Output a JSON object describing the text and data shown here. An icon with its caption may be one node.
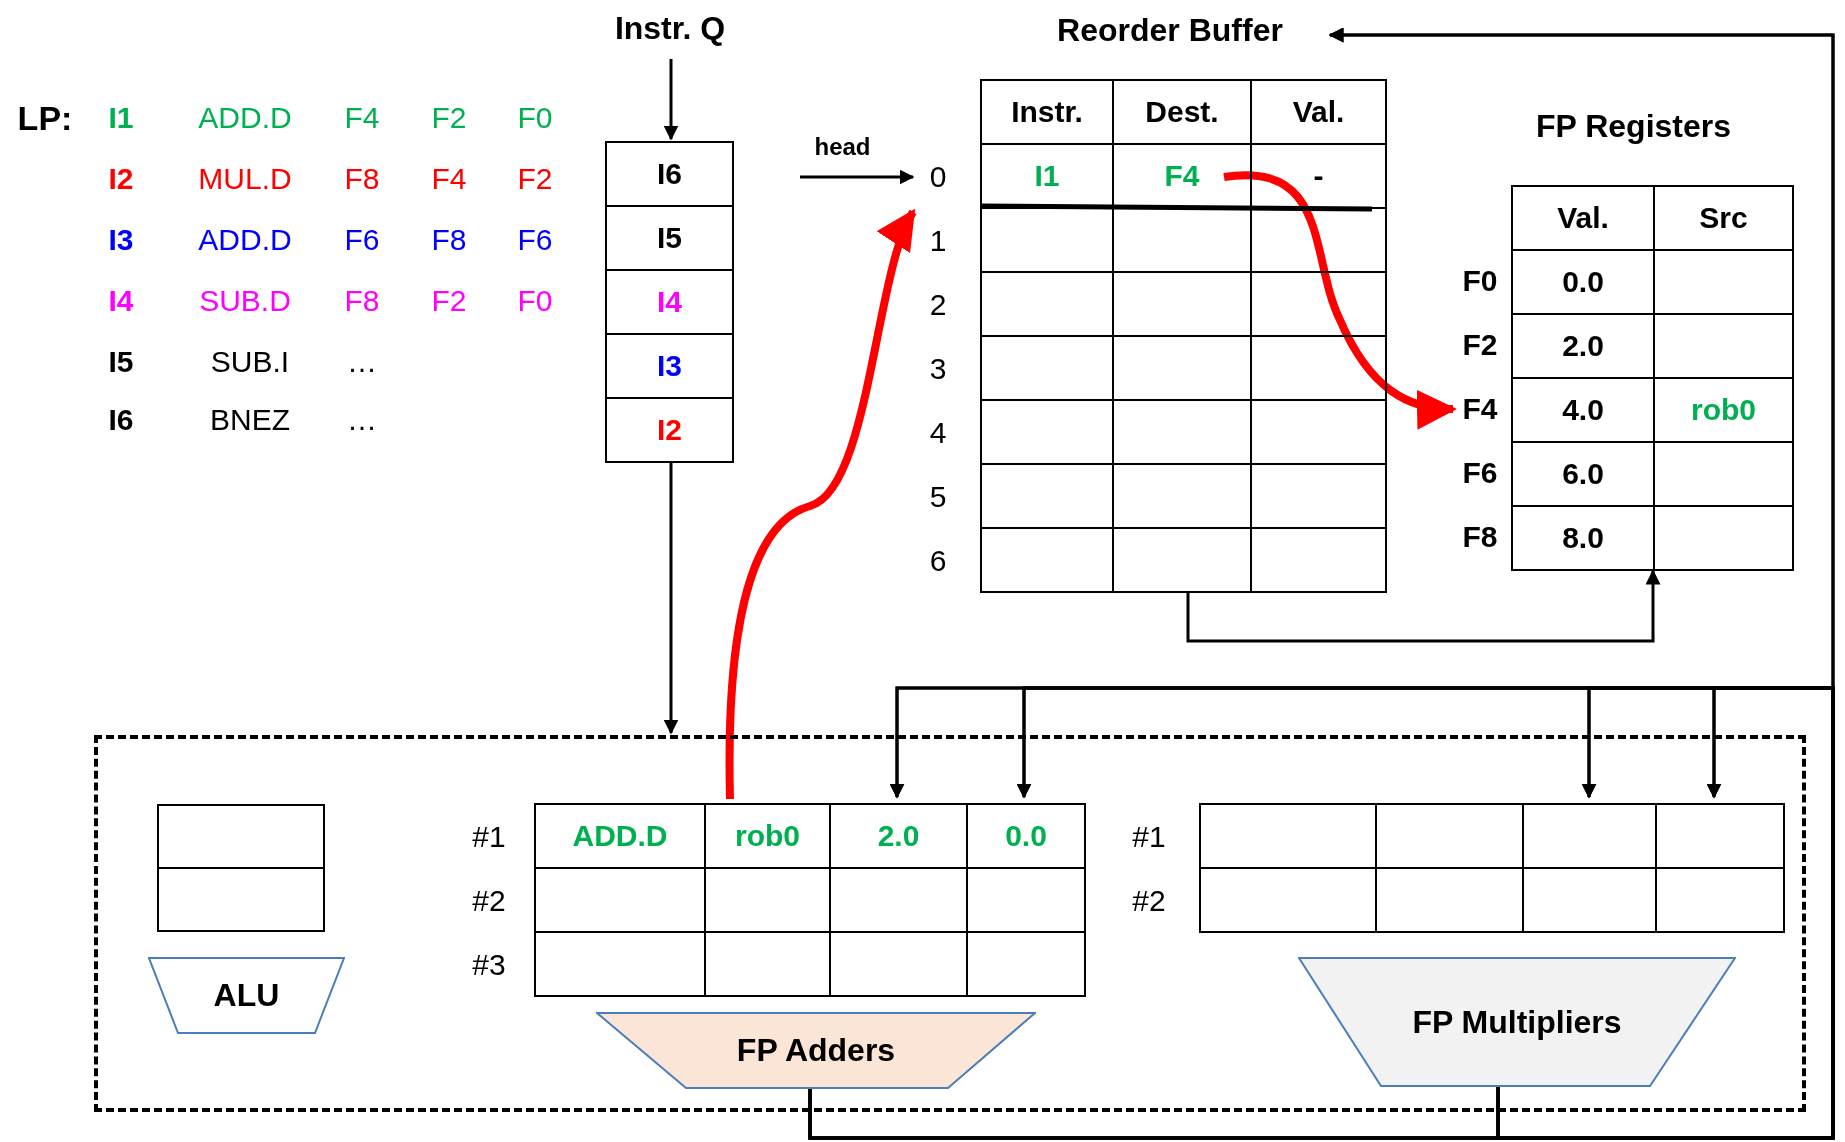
{
  "diagram": {
    "nodes": [
      {
        "text": [
          "Instr. Q",
          "I6",
          "I5",
          "I4",
          "I3",
          "I2"
        ]
      },
      {
        "text": [
          "Reorder Buffer",
          "Instr.",
          "Dest.",
          "Val.",
          "I1",
          "F4",
          "-"
        ],
        "beside": [
          "0",
          "1",
          "2",
          "3",
          "4",
          "5",
          "6"
        ]
      },
      {
        "text": [
          "head"
        ]
      },
      {
        "text": [
          "FP Registers",
          "Val.",
          "Src",
          "0.0",
          "2.0",
          "4.0",
          "rob0",
          "6.0",
          "8.0"
        ],
        "beside": [
          "F0",
          "F2",
          "F4",
          "F6",
          "F8"
        ]
      },
      {
        "text": [],
        "shape": "box"
      },
      {
        "text": [],
        "shape": "box",
        "in": 4
      },
      {
        "text": [
          "ADD.D",
          "rob0",
          "2.0",
          "0.0"
        ],
        "beside": [
          "#1",
          "#2",
          "#3"
        ],
        "in": 4
      },
      {
        "text": [],
        "shape": "box",
        "beside": [
          "#1",
          "#2"
        ],
        "in": 4
      },
      {
        "text": [
          "ALU"
        ],
        "in": 4
      },
      {
        "text": [
          "FP Adders"
        ],
        "in": 4
      },
      {
        "text": [
          "FP Multipliers"
        ],
        "in": 4
      }
    ],
    "edges": [
      {
        "from": null,
        "to": 0,
        "arrow": "to"
      },
      {
        "from": 0,
        "to": 4,
        "arrow": "to"
      },
      {
        "from": 2,
        "to": 1,
        "arrow": "to"
      },
      {
        "from": 1,
        "to": 3,
        "arrow": "to"
      },
      {
        "from": 1,
        "to": 3,
        "arrow": "to",
        "style": "thick",
        "color": "#ff0000"
      },
      {
        "from": 6,
        "to": 1,
        "arrow": "to",
        "style": "thick",
        "color": "#ff0000"
      },
      {
        "from": 9,
        "to": 1,
        "arrow": "to"
      },
      {
        "from": 10,
        "to": 1,
        "arrow": "to"
      },
      {
        "from": 9,
        "to": 6,
        "arrow": "to"
      },
      {
        "from": 9,
        "to": 6,
        "arrow": "to"
      },
      {
        "from": 10,
        "to": 6,
        "arrow": "to"
      },
      {
        "from": 10,
        "to": 6,
        "arrow": "to"
      },
      {
        "from": 9,
        "to": 7,
        "arrow": "to"
      },
      {
        "from": 9,
        "to": 7,
        "arrow": "to"
      },
      {
        "from": 10,
        "to": 7,
        "arrow": "to"
      },
      {
        "from": 10,
        "to": 7,
        "arrow": "to"
      }
    ],
    "labels": [
      "LP:",
      "I1",
      "ADD.D",
      "F4",
      "F2",
      "F0",
      "I2",
      "MUL.D",
      "F8",
      "F4",
      "F2",
      "I3",
      "ADD.D",
      "F6",
      "F8",
      "F6",
      "I4",
      "SUB.D",
      "F8",
      "F2",
      "F0",
      "I5",
      "SUB.I",
      "…",
      "I6",
      "BNEZ",
      "…"
    ]
  }
}
